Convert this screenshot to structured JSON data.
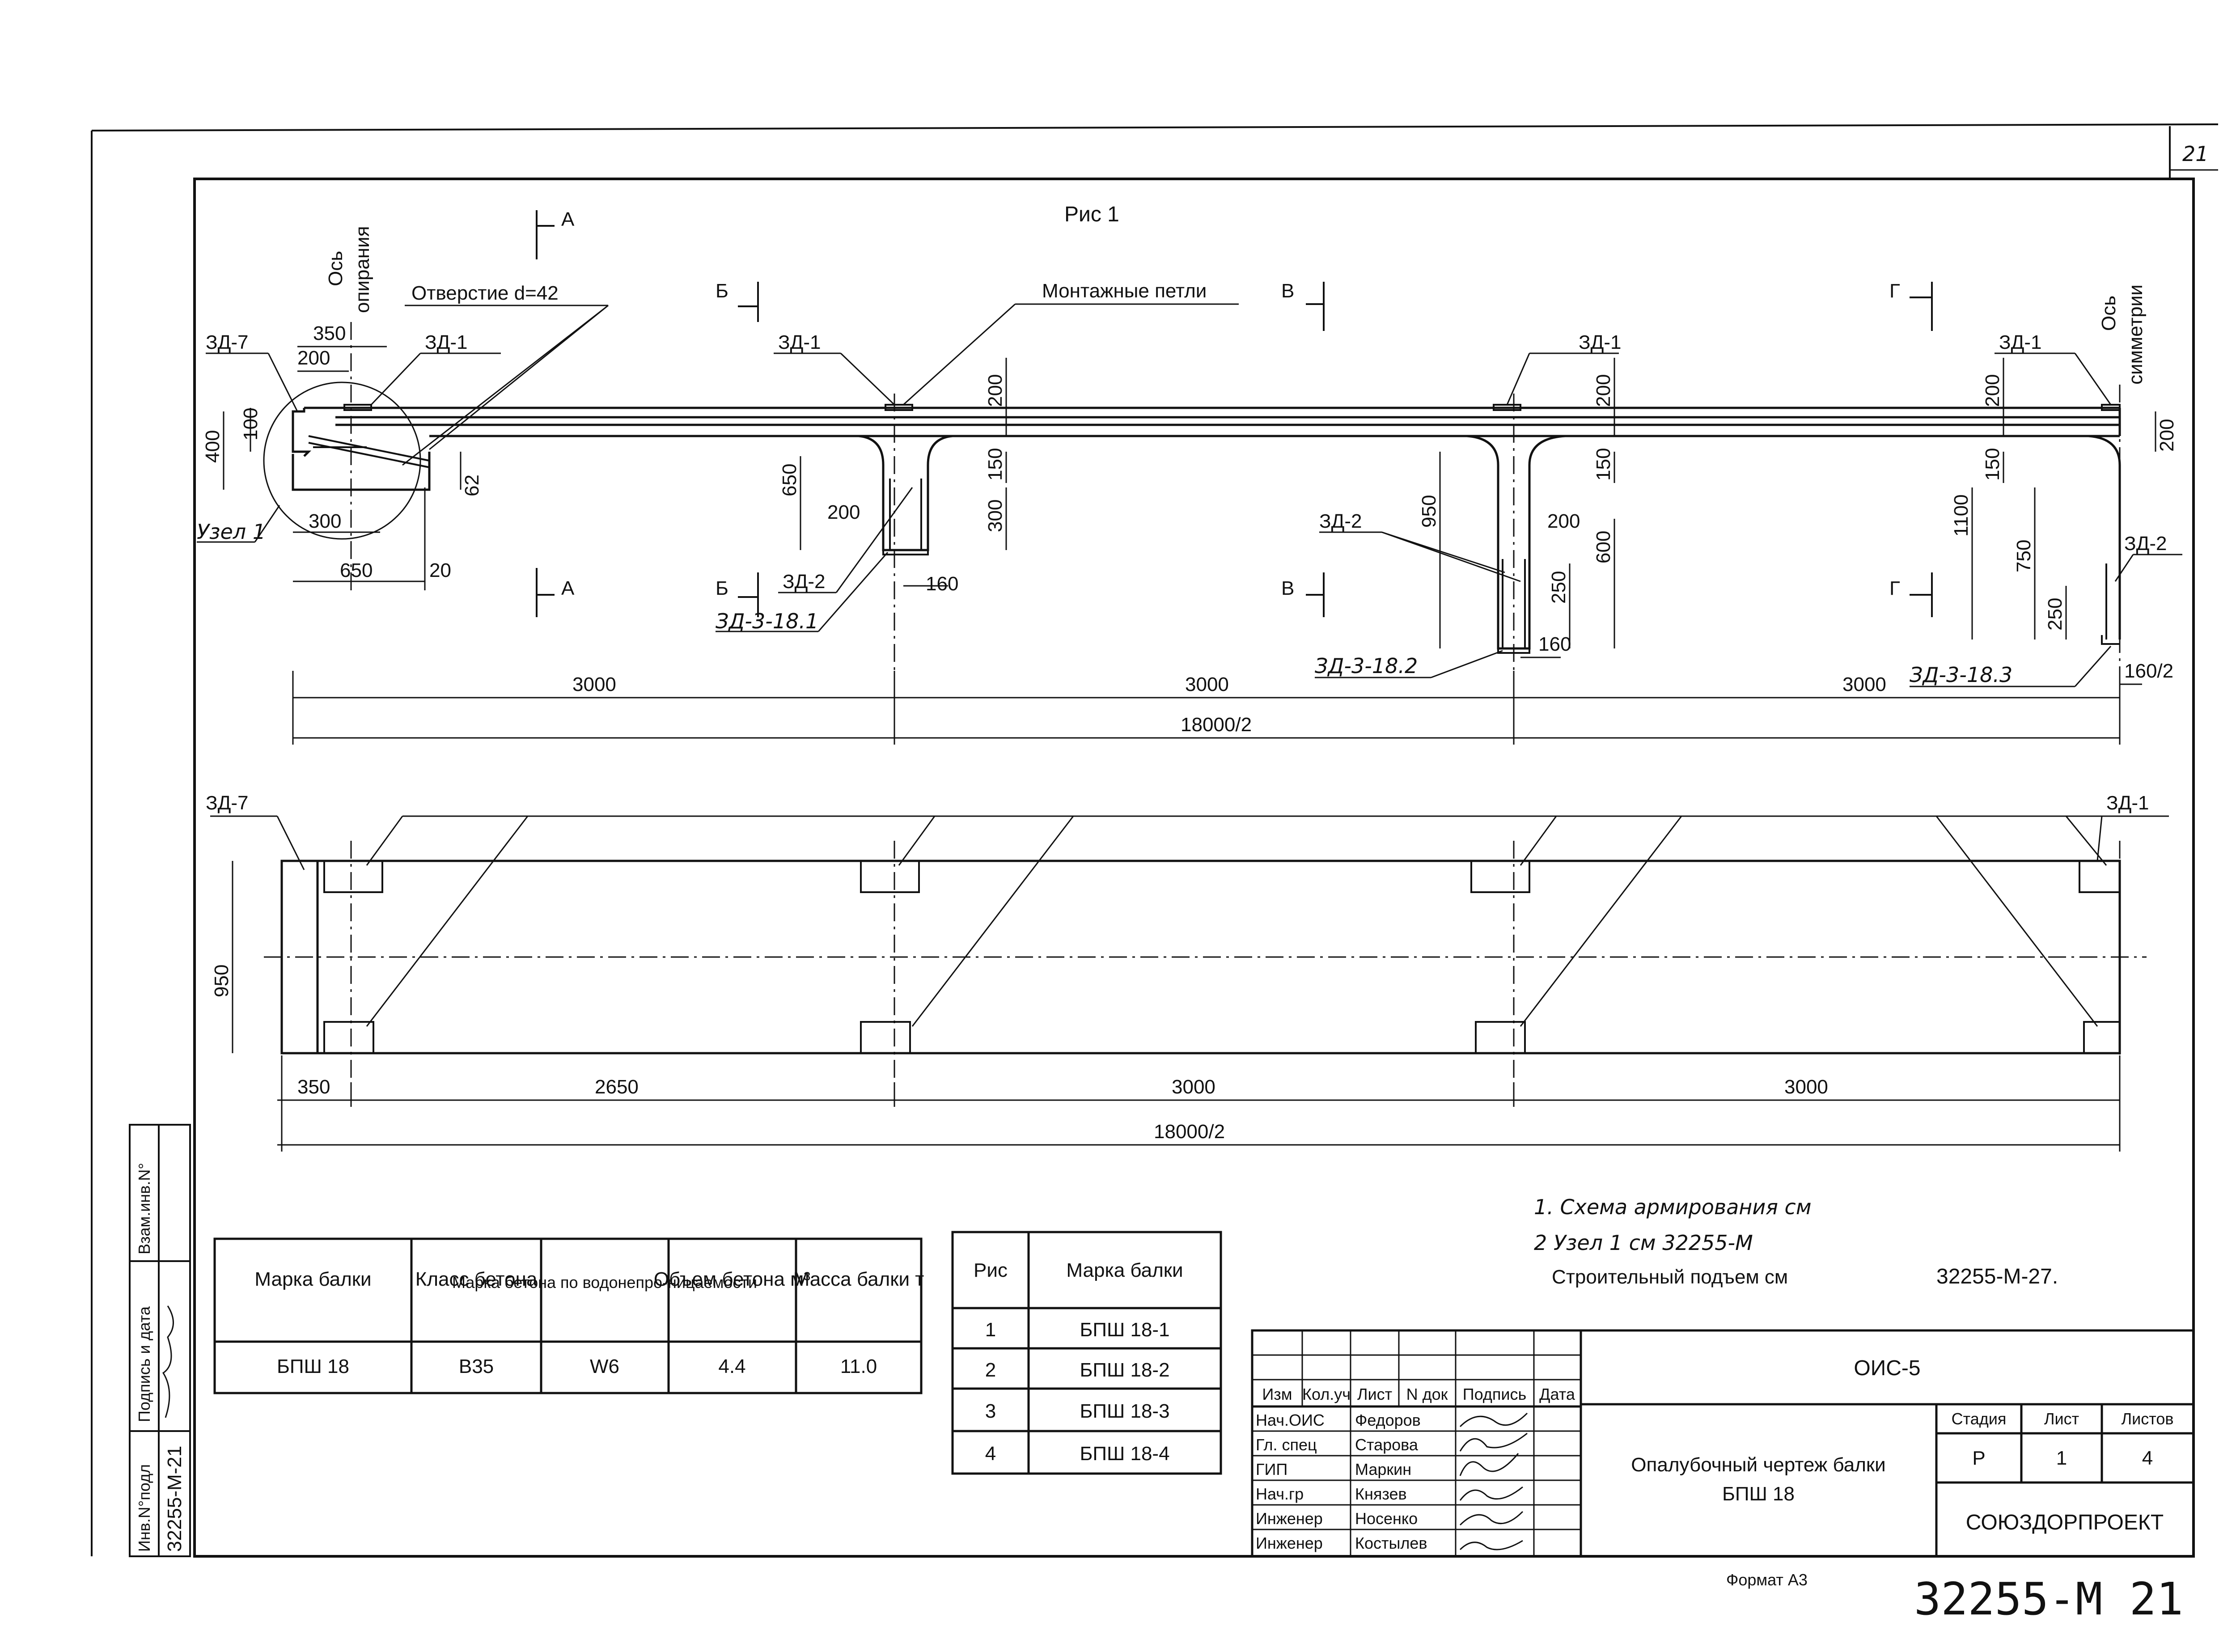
{
  "page": {
    "sheet_number_corner": "21",
    "format": "Формат А3",
    "bottom_stamp": "32255-М 21"
  },
  "fig": {
    "title": "Рис 1",
    "axis_support": [
      "Ось",
      "опирания"
    ],
    "axis_symmetry": [
      "Ось",
      "симметрии"
    ],
    "hole_label": "Отверстие d=42",
    "lifting_loops": "Монтажные петли",
    "node_label": "Узел 1",
    "section_marks": {
      "a": "А",
      "b": "Б",
      "v": "В",
      "g": "Г"
    },
    "embedded": {
      "zd7": "ЗД-7",
      "zd1": "ЗД-1",
      "zd2": "ЗД-2",
      "zd3_1": "ЗД-3-18.1",
      "zd3_2": "ЗД-3-18.2",
      "zd3_3": "ЗД-3-18.3"
    },
    "dims": {
      "d350": "350",
      "d200": "200",
      "d100": "100",
      "d400": "400",
      "d300": "300",
      "d650": "650",
      "d20": "20",
      "d62": "62",
      "d150": "150",
      "d160": "160",
      "d950": "950",
      "d600": "600",
      "d250": "250",
      "d1100": "1100",
      "d750": "750",
      "d160_2": "160/2",
      "d3000": "3000",
      "d18000": "18000/2",
      "d2650": "2650"
    }
  },
  "notes": {
    "n1": "1. Схема армирования см",
    "n2": "2 Узел 1 см 32255-М",
    "n3": "Строительный подъем см",
    "n3_ref": "32255-М-27."
  },
  "spec_table": {
    "headers": [
      "Марка балки",
      "Класс бетона",
      "Марка бетона по водонепро-ницаемости",
      "Объем бетона м³",
      "Масса балки т"
    ],
    "row": [
      "БПШ 18",
      "В35",
      "W6",
      "4.4",
      "11.0"
    ]
  },
  "fig_table": {
    "headers": [
      "Рис",
      "Марка балки"
    ],
    "rows": [
      [
        "1",
        "БПШ 18-1"
      ],
      [
        "2",
        "БПШ 18-2"
      ],
      [
        "3",
        "БПШ 18-3"
      ],
      [
        "4",
        "БПШ 18-4"
      ]
    ]
  },
  "left_strip": {
    "inv_orig": "Инв.N°подл",
    "sig_date": "Подпись и дата",
    "inv_instead": "Взам.инв.N°",
    "inv_value": "32255-М-21"
  },
  "title_block": {
    "project": "ОИС-5",
    "drawing_title": [
      "Опалубочный чертеж балки",
      "БПШ 18"
    ],
    "org": "СОЮЗДОРПРОЕКТ",
    "stage_headers": [
      "Стадия",
      "Лист",
      "Листов"
    ],
    "stage_values": [
      "Р",
      "1",
      "4"
    ],
    "head_cols": [
      "Изм",
      "Кол.уч",
      "Лист",
      "N док",
      "Подпись",
      "Дата"
    ],
    "staff": [
      {
        "role": "Нач.ОИС",
        "name": "Федоров"
      },
      {
        "role": "Гл. спец",
        "name": "Старова"
      },
      {
        "role": "ГИП",
        "name": "Маркин"
      },
      {
        "role": "Нач.гр",
        "name": "Князев"
      },
      {
        "role": "Инженер",
        "name": "Носенко"
      },
      {
        "role": "Инженер",
        "name": "Костылев"
      }
    ]
  }
}
